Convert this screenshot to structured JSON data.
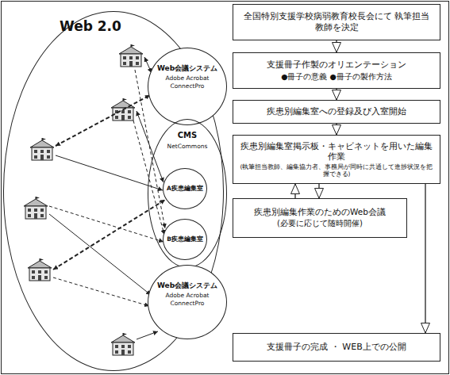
{
  "diagram": {
    "nodes": [
      {
        "text": [
          "Web 2.0"
        ]
      },
      {
        "text": [
          "Web会議システム",
          "Adobe Acrobat ConnectPro"
        ],
        "in": 0
      },
      {
        "text": [
          "CMS",
          "NetCommons"
        ],
        "in": 0
      },
      {
        "text": [
          "A疾患編集室"
        ],
        "in": 2
      },
      {
        "text": [
          "B疾患編集室"
        ],
        "in": 2
      },
      {
        "text": [
          "Web会議システム",
          "Adobe Acrobat ConnectPro"
        ],
        "in": 0
      },
      {
        "text": [
          "全国特別支援学校病弱教育校長会にて 執筆担当教師を決定"
        ]
      },
      {
        "text": [
          "支援冊子作製のオリエンテーション",
          "●冊子の意義 ●冊子の製作方法"
        ]
      },
      {
        "text": [
          "疾患別編集室への登録及び入室開始"
        ]
      },
      {
        "text": [
          "疾患別編集室掲示板・キャビネットを用いた編集作業",
          "(執筆担当教師、編集協力者、事務局が同時に共通して進捗状況を把握できる)"
        ]
      },
      {
        "text": [
          "疾患別編集作業のためのWeb会議",
          "(必要に応じて随時開催)"
        ]
      },
      {
        "text": [
          "支援冊子の完成 ・ WEB上での公開"
        ]
      }
    ],
    "edges": [
      {
        "from": 6,
        "to": 7,
        "arrow": "to"
      },
      {
        "from": 7,
        "to": 8,
        "arrow": "to"
      },
      {
        "from": 8,
        "to": 9,
        "arrow": "to"
      },
      {
        "from": 9,
        "to": 10,
        "arrow": "to"
      },
      {
        "from": 10,
        "to": 9,
        "arrow": "to"
      },
      {
        "from": 9,
        "to": 11,
        "arrow": "to"
      }
    ]
  }
}
